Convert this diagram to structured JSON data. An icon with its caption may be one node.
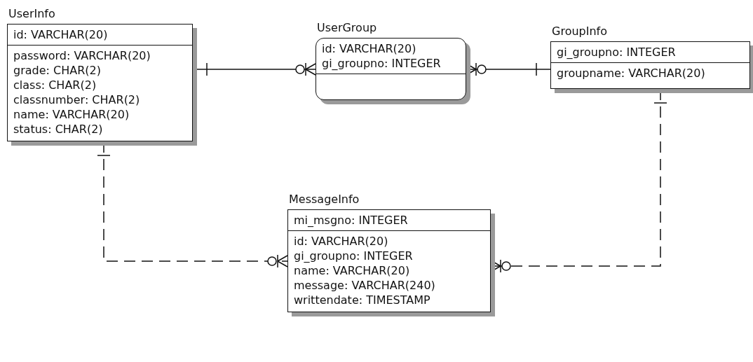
{
  "diagram": {
    "nodes": [
      {
        "text": [
          "UserInfo",
          "id: VARCHAR(20)",
          "password: VARCHAR(20)",
          "grade: CHAR(2)",
          "class: CHAR(2)",
          "classnumber: CHAR(2)",
          "name: VARCHAR(20)",
          "status: CHAR(2)"
        ]
      },
      {
        "text": [
          "UserGroup",
          "id: VARCHAR(20) gi_groupno: INTEGER"
        ]
      },
      {
        "text": [
          "GroupInfo",
          "gi_groupno: INTEGER",
          "groupname: VARCHAR(20)"
        ]
      },
      {
        "text": [
          "MessageInfo",
          "mi_msgno: INTEGER",
          "id: VARCHAR(20)",
          "gi_groupno: INTEGER",
          "name: VARCHAR(20)",
          "message: VARCHAR(240)",
          "writtendate: TIMESTAMP"
        ]
      }
    ],
    "edges": [
      {
        "from": 0,
        "to": 1,
        "arrow": "other"
      },
      {
        "from": 2,
        "to": 1,
        "arrow": "other"
      },
      {
        "from": 0,
        "to": 3,
        "arrow": "other",
        "style": "dashed"
      },
      {
        "from": 2,
        "to": 3,
        "arrow": "other",
        "style": "dashed"
      }
    ]
  }
}
